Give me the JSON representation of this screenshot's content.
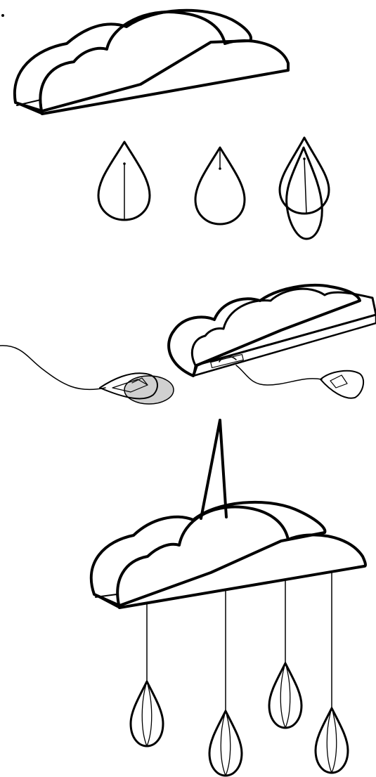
{
  "colors": {
    "background": "#ffffff",
    "line": "#000000",
    "cloud_front": "#ffffff",
    "cloud_back": "#7a7a7a",
    "paper_shadow": "#d0d0d0"
  },
  "steps": [
    {
      "id": "cloud-cutout",
      "parts": [
        "cloud-front",
        "cloud-back",
        "cloud-base"
      ]
    },
    {
      "id": "raindrop-folding",
      "parts": [
        "drop-with-crease",
        "drop-short-crease",
        "drop-folded-pair"
      ]
    },
    {
      "id": "threading",
      "parts": [
        "left-drop-with-string",
        "cloud-side-view",
        "right-drop-with-string"
      ]
    },
    {
      "id": "assembled-mobile",
      "parts": [
        "hanging-loop",
        "cloud",
        "string-1",
        "string-2",
        "string-3",
        "string-4",
        "drop-1",
        "drop-2",
        "drop-3",
        "drop-4"
      ]
    }
  ],
  "icons": [
    "cloud-icon",
    "raindrop-icon",
    "string-icon"
  ]
}
